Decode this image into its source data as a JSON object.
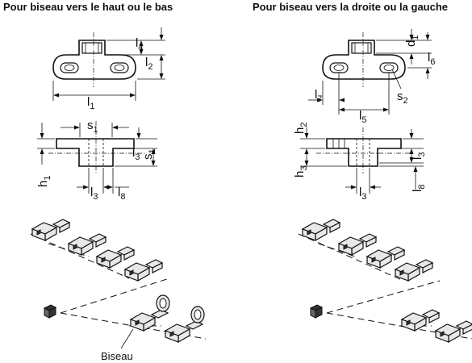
{
  "titles": {
    "left": "Pour biseau vers le haut ou le bas",
    "right": "Pour biseau vers la droite ou la gauche"
  },
  "dims": {
    "l1": "l",
    "l1_sub": "1",
    "l2": "l",
    "l2_sub": "2",
    "l3": "l",
    "l3_sub": "3",
    "l4": "l",
    "l4_sub": "4",
    "l5": "l",
    "l5_sub": "5",
    "l6": "l",
    "l6_sub": "6",
    "l7": "l",
    "l7_sub": "7",
    "l8": "l",
    "l8_sub": "8",
    "s1": "s",
    "s1_sub": "1",
    "s2": "s",
    "s2_sub": "2",
    "h1": "h",
    "h1_sub": "1",
    "h2": "h",
    "h2_sub": "2",
    "h3": "h",
    "h3_sub": "3",
    "d1": "d",
    "d1_sub": "1"
  },
  "caption": "Biseau"
}
